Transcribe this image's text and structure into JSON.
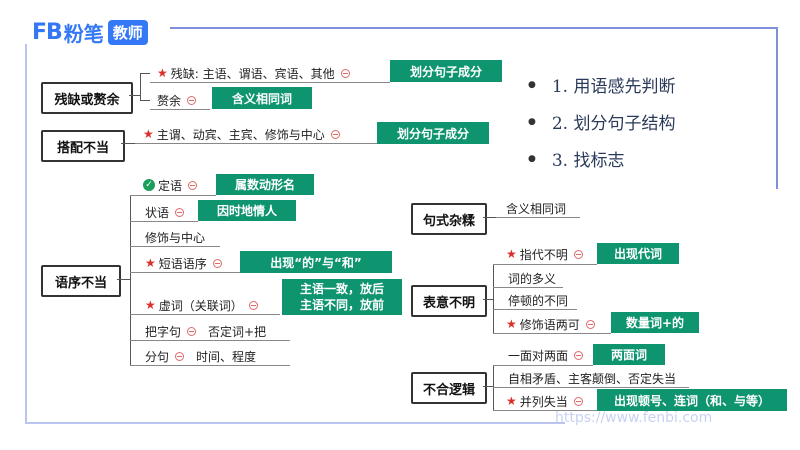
{
  "logo": {
    "mark": "FB",
    "text": "粉笔",
    "badge": "教师"
  },
  "bullets": [
    "1. 用语感先判断",
    "2. 划分句子结构",
    "3. 找标志"
  ],
  "sections": {
    "canque": {
      "title": "残缺或赘余",
      "items": [
        {
          "label": "残缺: 主语、谓语、宾语、其他",
          "tag": "划分句子成分"
        },
        {
          "label": "赘余",
          "tag": "含义相同词"
        }
      ]
    },
    "dapei": {
      "title": "搭配不当",
      "items": [
        {
          "label": "主谓、动宾、主宾、修饰与中心",
          "tag": "划分句子成分"
        }
      ]
    },
    "yuxu": {
      "title": "语序不当",
      "items": [
        {
          "label": "定语",
          "tag": "属数动形名"
        },
        {
          "label": "状语",
          "tag": "因时地情人"
        },
        {
          "label": "修饰与中心"
        },
        {
          "label": "短语语序",
          "tag": "出现“的”与“和”"
        },
        {
          "label": "虚词（关联词）",
          "tag_line1": "主语一致，放后",
          "tag_line2": "主语不同，放前"
        },
        {
          "label": "把字句",
          "note": "否定词+把"
        },
        {
          "label": "分句",
          "note": "时间、程度"
        }
      ]
    },
    "zashi": {
      "title": "句式杂糅",
      "items": [
        {
          "label": "含义相同词"
        }
      ]
    },
    "biaoyi": {
      "title": "表意不明",
      "items": [
        {
          "label": "指代不明",
          "tag": "出现代词"
        },
        {
          "label": "词的多义"
        },
        {
          "label": "停顿的不同"
        },
        {
          "label": "修饰语两可",
          "tag": "数量词+的"
        }
      ]
    },
    "luoji": {
      "title": "不合逻辑",
      "items": [
        {
          "label": "一面对两面",
          "tag": "两面词"
        },
        {
          "label": "自相矛盾、主客颠倒、否定失当"
        },
        {
          "label": "并列失当",
          "tag": "出现顿号、连词（和、与等）"
        }
      ]
    }
  },
  "watermark": "https://www.fenbi.com",
  "colors": {
    "green": "#0f9470",
    "blue": "#3478f6",
    "star": "#d9302c"
  }
}
